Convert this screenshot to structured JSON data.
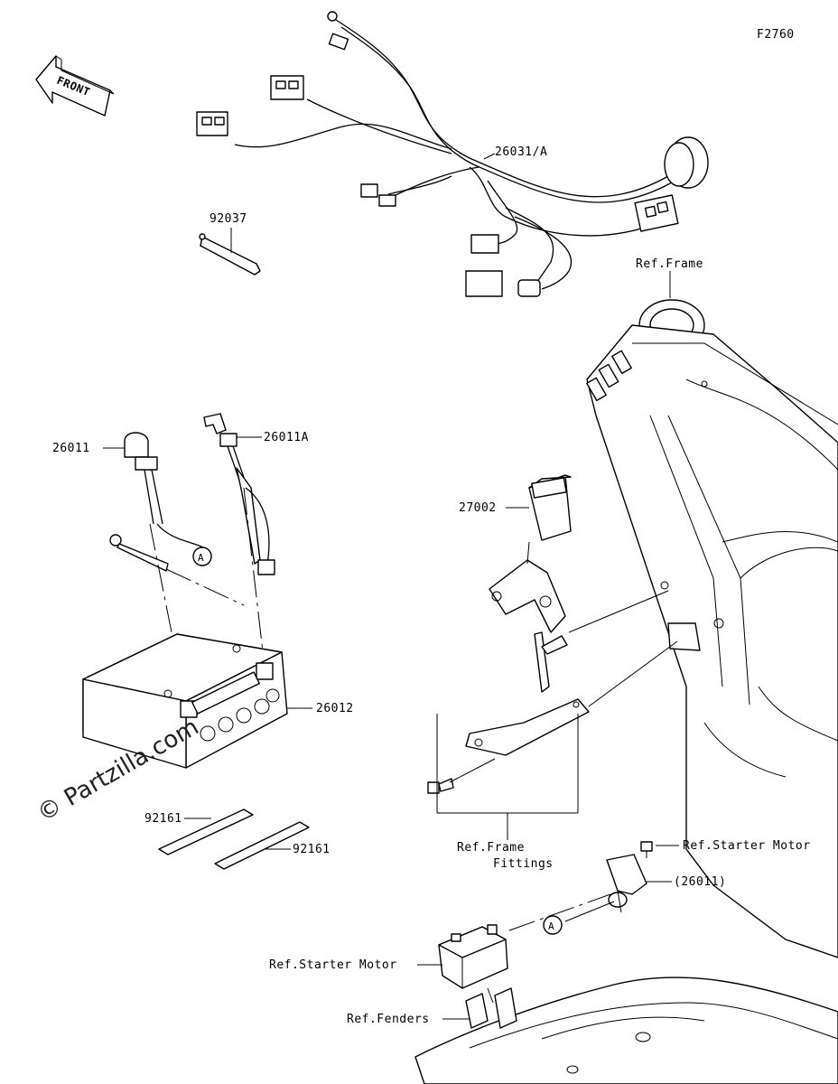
{
  "diagram_id": "F2760",
  "direction_label": "FRONT",
  "watermark": "© Partzilla.com",
  "callout_letter": "A",
  "labels": {
    "harness": "26031/A",
    "strap": "92037",
    "ref_frame": "Ref.Frame",
    "cable_pos": "26011",
    "cable_neg": "26011A",
    "relay": "27002",
    "battery": "26012",
    "pad_1": "92161",
    "pad_2": "92161",
    "ref_frame_fittings_1": "Ref.Frame",
    "ref_frame_fittings_2": "Fittings",
    "ref_starter_motor_1": "Ref.Starter Motor",
    "cable_ref": "(26011)",
    "ref_starter_motor_2": "Ref.Starter Motor",
    "ref_fenders": "Ref.Fenders"
  }
}
